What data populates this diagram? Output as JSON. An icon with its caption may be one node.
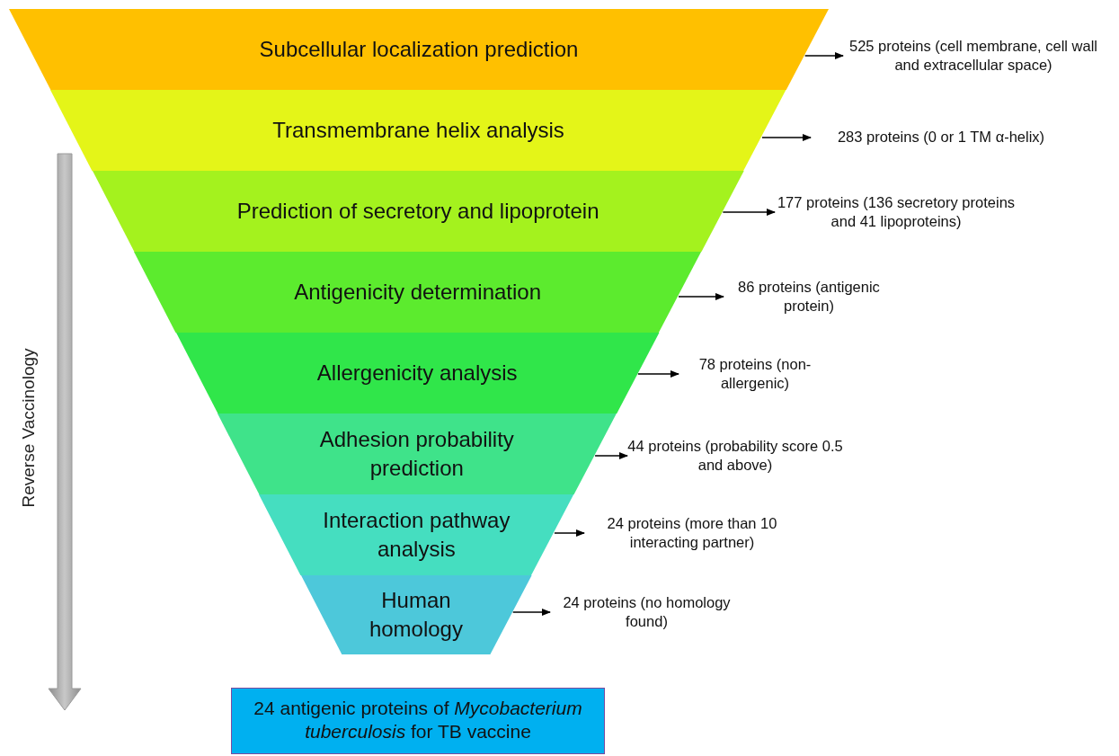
{
  "diagram": {
    "nodes": [
      {
        "text": [
          "Subcellular localization prediction"
        ]
      },
      {
        "text": [
          "Transmembrane helix analysis"
        ]
      },
      {
        "text": [
          "Prediction of secretory and lipoprotein"
        ]
      },
      {
        "text": [
          "Antigenicity determination"
        ]
      },
      {
        "text": [
          "Allergenicity analysis"
        ]
      },
      {
        "text": [
          "Adhesion probability prediction"
        ]
      },
      {
        "text": [
          "Interaction pathway analysis"
        ]
      },
      {
        "text": [
          "Human homology"
        ]
      },
      {
        "text": [
          "525 proteins (cell membrane, cell wall and extracellular space)"
        ]
      },
      {
        "text": [
          "283 proteins (0 or 1 TM α-helix)"
        ]
      },
      {
        "text": [
          "177 proteins (136 secretory proteins and 41 lipoproteins)"
        ]
      },
      {
        "text": [
          "86 proteins (antigenic protein)"
        ]
      },
      {
        "text": [
          "78 proteins (non-allergenic)"
        ]
      },
      {
        "text": [
          "44 proteins (probability score 0.5 and above)"
        ]
      },
      {
        "text": [
          "24 proteins (more than 10 interacting partner)"
        ]
      },
      {
        "text": [
          "24 proteins (no homology found)"
        ]
      },
      {
        "text": [
          "24 antigenic proteins of *Mycobacterium tuberculosis* for TB vaccine"
        ]
      }
    ],
    "edges": [
      {
        "from": 0,
        "to": 8,
        "arrow": "to"
      },
      {
        "from": 1,
        "to": 9,
        "arrow": "to"
      },
      {
        "from": 2,
        "to": 10,
        "arrow": "to"
      },
      {
        "from": 3,
        "to": 11,
        "arrow": "to"
      },
      {
        "from": 4,
        "to": 12,
        "arrow": "to"
      },
      {
        "from": 5,
        "to": 13,
        "arrow": "to"
      },
      {
        "from": 6,
        "to": 14,
        "arrow": "to"
      },
      {
        "from": 7,
        "to": 15,
        "arrow": "to"
      }
    ],
    "labels": [
      "Reverse Vaccinology"
    ]
  }
}
